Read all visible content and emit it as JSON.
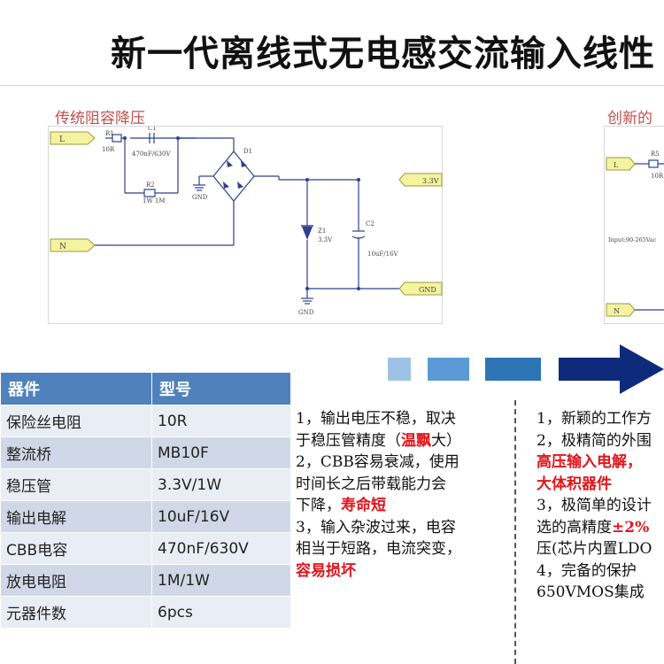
{
  "title": "新一代离线式无电感交流输入线性",
  "left_section_label": "传统阻容降压",
  "right_section_label": "创新的",
  "circuit_left": {
    "L": "L",
    "N": "N",
    "R1": "R1",
    "R1_val": "10R",
    "C1": "C1",
    "C1_val": "470nF/630V",
    "R2": "R2",
    "R2_val": "1W 1M",
    "D1": "D1",
    "Z1": "Z1",
    "Z1_val": "3.3V",
    "C2": "C2",
    "C2_val": "10uF/16V",
    "out": "3.3V",
    "gnd_port": "GND",
    "gnd1": "GND",
    "gnd2": "GND"
  },
  "circuit_right": {
    "L": "L",
    "N": "N",
    "R5": "R5",
    "R5_val": "10R",
    "input": "Input:90-265Vac"
  },
  "table": {
    "headers": [
      "器件",
      "型号"
    ],
    "rows": [
      [
        "保险丝电阻",
        "10R"
      ],
      [
        "整流桥",
        "MB10F"
      ],
      [
        "稳压管",
        "3.3V/1W"
      ],
      [
        "输出电解",
        "10uF/16V"
      ],
      [
        "CBB电容",
        "470nF/630V"
      ],
      [
        "放电电阻",
        "1M/1W"
      ],
      [
        "元器件数",
        "6pcs"
      ]
    ]
  },
  "notes_left": {
    "l1": "1，输出电压不稳，取决",
    "l2a": "于稳压管精度（",
    "l2b": "温飘",
    "l2c": "大）",
    "l3": "2，CBB容易衰减，使用",
    "l4": "时间长之后带载能力会",
    "l5a": "下降，",
    "l5b": "寿命短",
    "l6": "3，输入杂波过来，电容",
    "l7": "相当于短路，电流突变，",
    "l8": "容易损坏"
  },
  "notes_right": {
    "l1": "1，新颖的工作方",
    "l2": "2，极精简的外围",
    "l3": "高压输入电解，",
    "l4": "大体积器件",
    "l5": "3，极简单的设计",
    "l6a": "选的高精度",
    "l6b": "±2%",
    "l7": "压(芯片内置LDO",
    "l8": "4，完备的保护",
    "l9": "650VMOS集成"
  },
  "colors": {
    "header_blue": "#4f81bd",
    "row_light": "#e9edf4",
    "row_dark": "#d0d8e8",
    "arrow_navy": "#0e2a7a",
    "highlight_red": "#e0151b",
    "label_red": "#c0504d"
  }
}
